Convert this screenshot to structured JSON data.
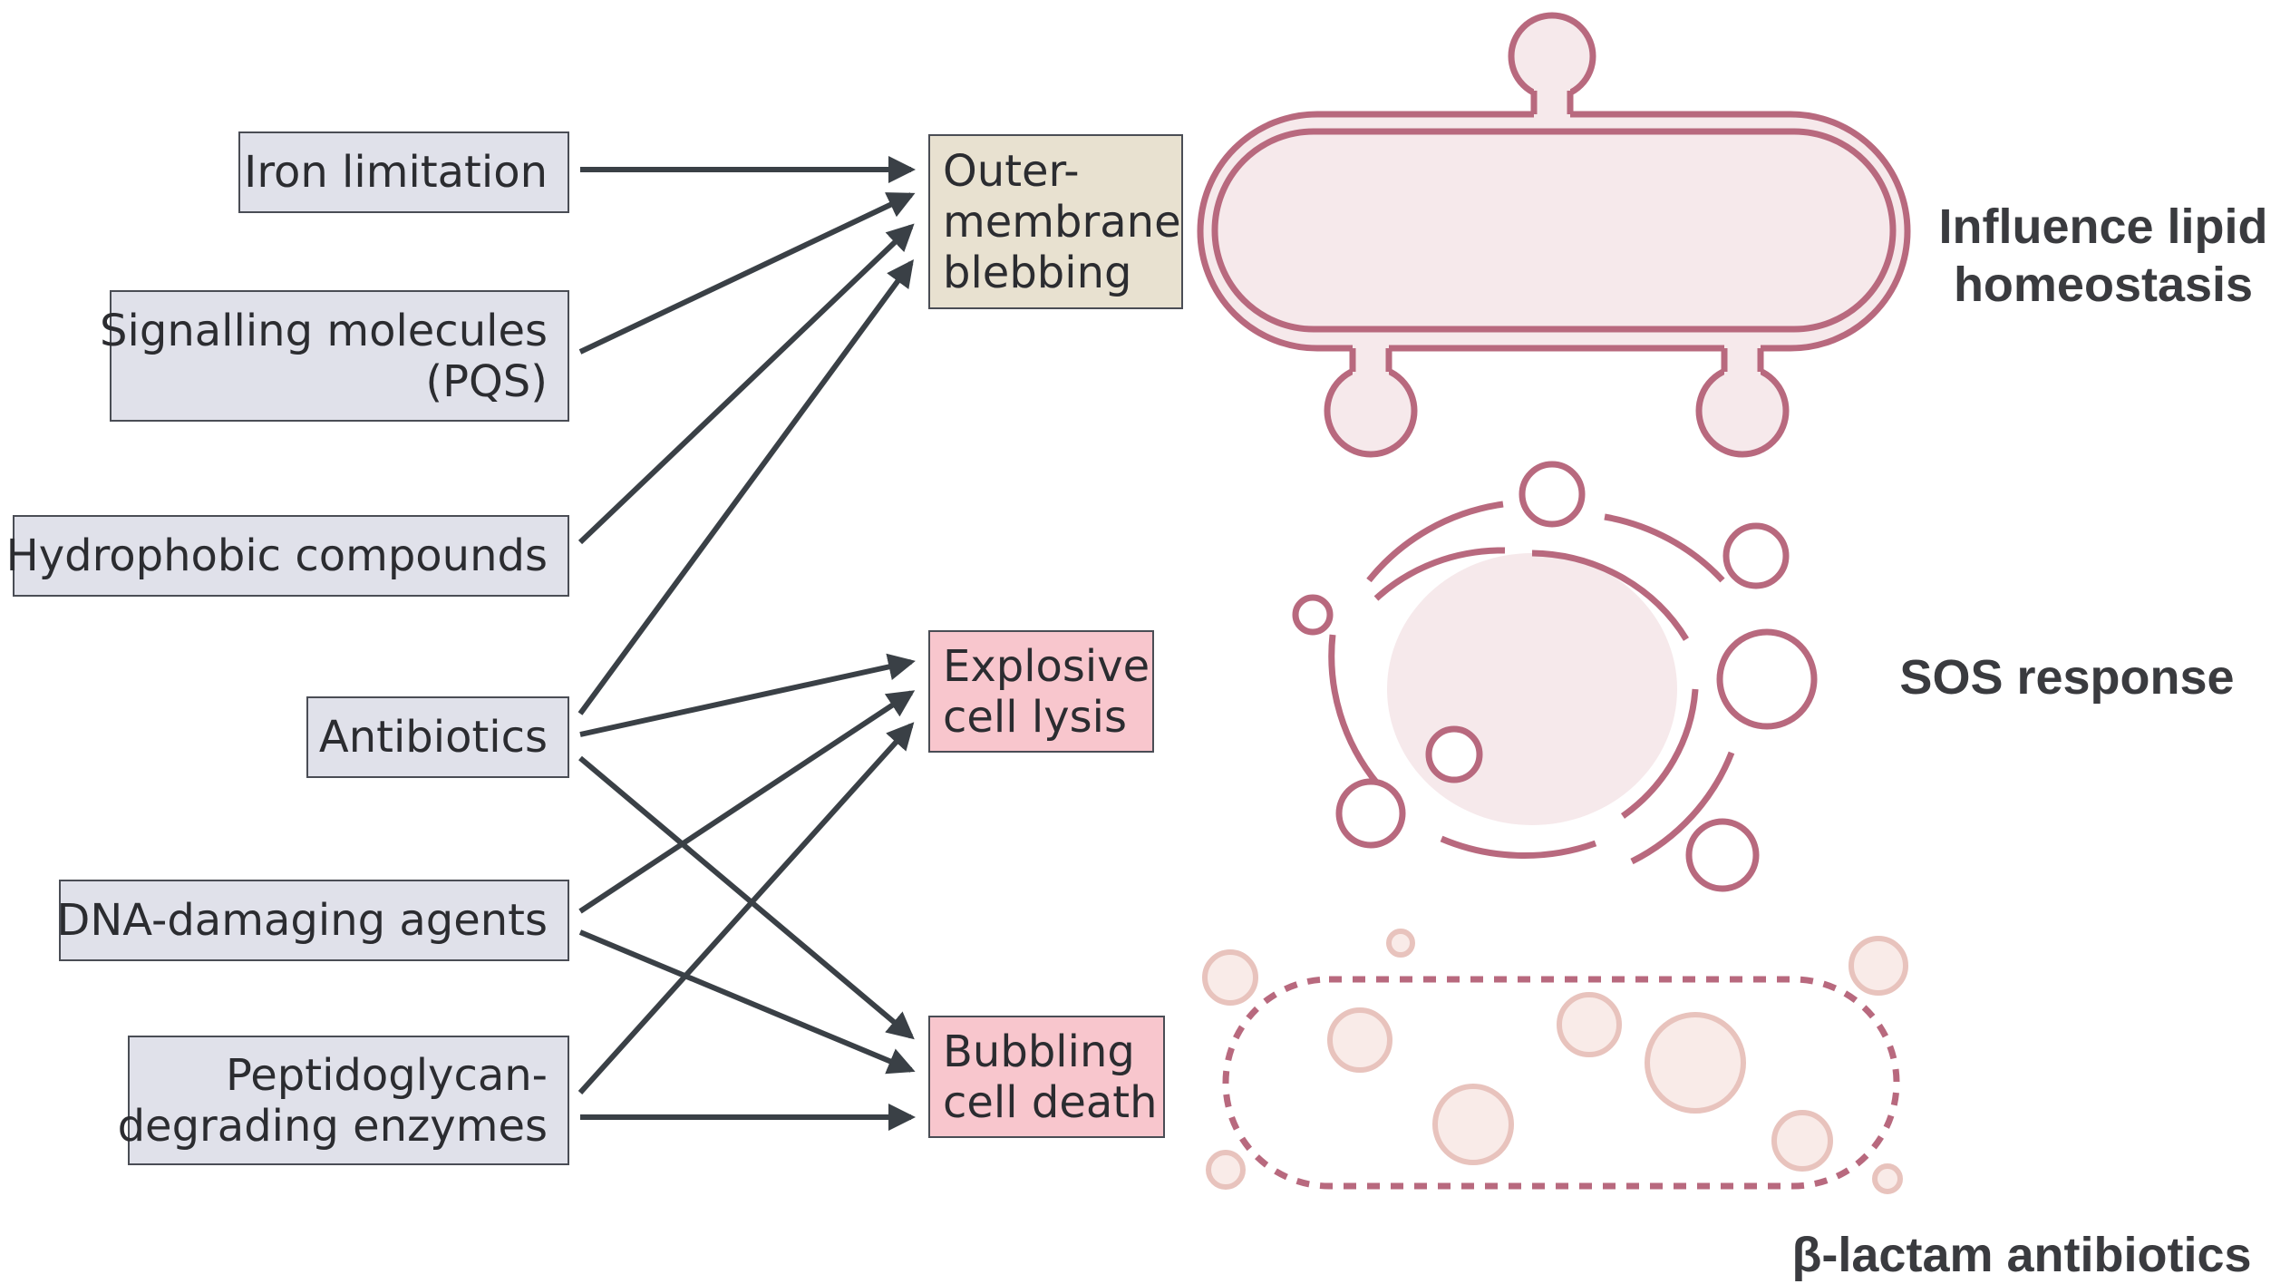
{
  "causes": {
    "iron_limitation": "Iron limitation",
    "signalling_line1": "Signalling molecules",
    "signalling_line2": "(PQS)",
    "hydrophobic": "Hydrophobic compounds",
    "antibiotics": "Antibiotics",
    "dna_damaging": "DNA-damaging agents",
    "peptidoglycan_line1": "Peptidoglycan-",
    "peptidoglycan_line2": "degrading enzymes"
  },
  "outcomes": {
    "blebbing_line1": "Outer-",
    "blebbing_line2": "membrane",
    "blebbing_line3": "blebbing",
    "lysis_line1": "Explosive",
    "lysis_line2": "cell lysis",
    "bubbling_line1": "Bubbling",
    "bubbling_line2": "cell death"
  },
  "side_labels": {
    "lipid_line1": "Influence lipid",
    "lipid_line2": "homeostasis",
    "sos": "SOS response",
    "beta_lactam": "β-lactam antibiotics"
  },
  "colors": {
    "cause_fill": "#e0e1ea",
    "blebbing_fill": "#e8e1d0",
    "death_fill": "#f8c6cd",
    "arrow": "#3a4046",
    "membrane": "#b8697e",
    "cytoplasm": "#f6e9eb",
    "vesicle_light": "#e8c3bd"
  }
}
